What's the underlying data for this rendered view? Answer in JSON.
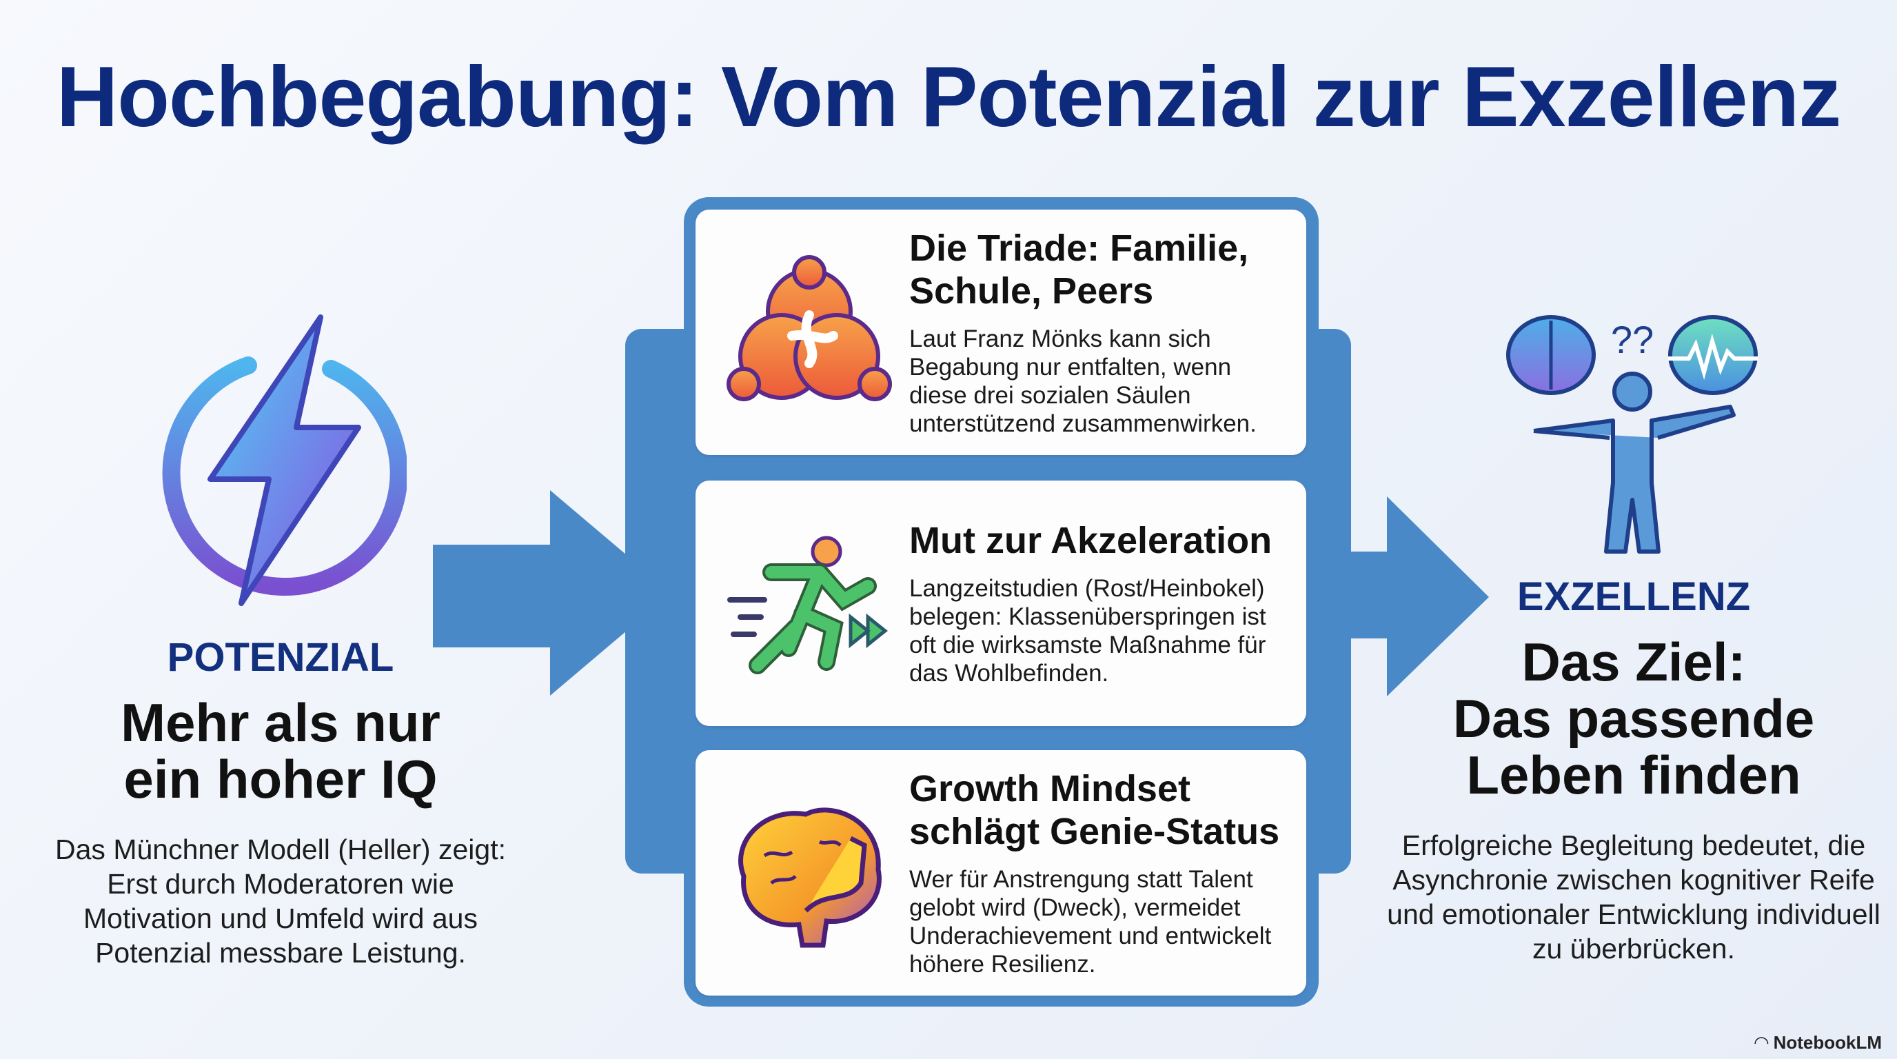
{
  "title": "Hochbegabung: Vom Potenzial zur Exzellenz",
  "left": {
    "kicker": "POTENZIAL",
    "headline": [
      "Mehr als nur",
      "ein hoher IQ"
    ],
    "body": "Das Münchner Modell (Heller) zeigt: Erst durch Moderatoren wie Motivation und Umfeld wird aus Potenzial messbare Leistung.",
    "icon": "lightning-bolt-icon"
  },
  "cards": [
    {
      "title": "Die Triade: Familie, Schule, Peers",
      "body": "Laut Franz Mönks kann sich Begabung nur entfalten, wenn diese drei sozialen Säulen unterstützend zusammenwirken.",
      "icon": "triad-people-icon"
    },
    {
      "title": "Mut zur Akzeleration",
      "body": "Langzeitstudien (Rost/Heinbokel) belegen: Klassenüberspringen ist oft die wirksamste Maßnahme für das Wohlbefinden.",
      "icon": "running-person-icon"
    },
    {
      "title": "Growth Mindset schlägt Genie-Status",
      "body": "Wer für Anstrengung statt Talent gelobt wird (Dweck), vermeidet Underachievement und entwickelt höhere Resilienz.",
      "icon": "muscle-brain-icon"
    }
  ],
  "right": {
    "kicker": "EXZELLENZ",
    "headline": [
      "Das Ziel:",
      "Das passende",
      "Leben finden"
    ],
    "body": "Erfolgreiche Begleitung bedeutet, die Asynchronie zwischen kognitiver Reife und emotionaler Entwicklung individuell zu überbrücken.",
    "icon": "person-balancing-brains-icon",
    "question_marks": "??"
  },
  "brand": "NotebookLM",
  "colors": {
    "title": "#0d2a7c",
    "frame": "#4a89c8",
    "kicker": "#13307f"
  }
}
